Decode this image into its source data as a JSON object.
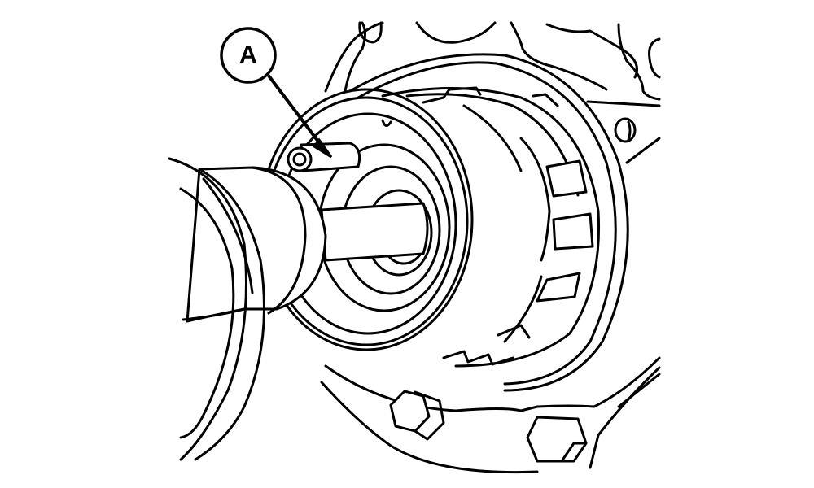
{
  "figure": {
    "type": "technical line-art illustration",
    "subject": "shaft with removal tool inserted through rotating clutch/drum assembly and seal, bolted housing flange",
    "colors": {
      "stroke": "#000000",
      "background": "#ffffff"
    }
  },
  "callouts": [
    {
      "id": "A",
      "label": "A",
      "points_to": "pin / key slot on seal ring"
    }
  ]
}
